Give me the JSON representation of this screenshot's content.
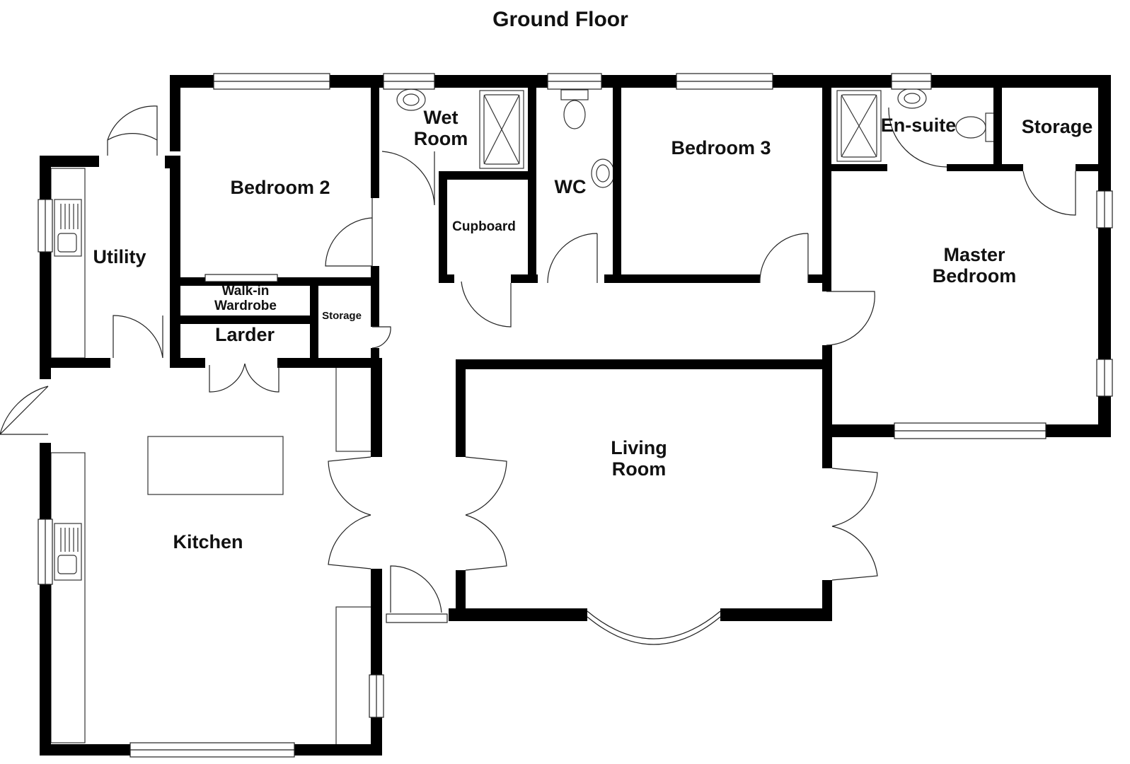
{
  "title": "Ground Floor",
  "rooms": {
    "wet_room": [
      "Wet",
      "Room"
    ],
    "bedroom_2": "Bedroom 2",
    "wc": "WC",
    "bedroom_3": "Bedroom 3",
    "en_suite": "En-suite",
    "storage_top": "Storage",
    "utility": "Utility",
    "cupboard": "Cupboard",
    "master_bedroom": [
      "Master",
      "Bedroom"
    ],
    "walk_in_wardrobe": [
      "Walk-in",
      "Wardrobe"
    ],
    "storage_small": "Storage",
    "larder": "Larder",
    "living_room": [
      "Living",
      "Room"
    ],
    "kitchen": "Kitchen"
  }
}
